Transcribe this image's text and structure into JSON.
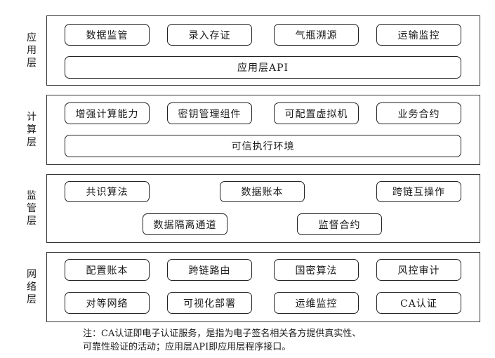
{
  "layers": [
    {
      "label": [
        "应",
        "用",
        "层"
      ],
      "rows": [
        [
          "数据监管",
          "录入存证",
          "气瓶溯源",
          "运输监控"
        ],
        [
          "应用层API"
        ]
      ]
    },
    {
      "label": [
        "计",
        "算",
        "层"
      ],
      "rows": [
        [
          "增强计算能力",
          "密钥管理组件",
          "可配置虚拟机",
          "业务合约"
        ],
        [
          "可信执行环境"
        ]
      ]
    },
    {
      "label": [
        "监",
        "管",
        "层"
      ],
      "rows": [
        [
          "共识算法",
          "数据账本",
          "跨链互操作"
        ],
        [
          "数据隔离通道",
          "监督合约"
        ]
      ]
    },
    {
      "label": [
        "网",
        "络",
        "层"
      ],
      "rows": [
        [
          "配置账本",
          "跨链路由",
          "国密算法",
          "风控审计"
        ],
        [
          "对等网络",
          "可视化部署",
          "运维监控",
          "CA认证"
        ]
      ]
    }
  ],
  "note": {
    "line1": "注：CA认证即电子认证服务，是指为电子签名相关各方提供真实性、",
    "line2": "可靠性验证的活动；应用层API即应用层程序接口。"
  }
}
